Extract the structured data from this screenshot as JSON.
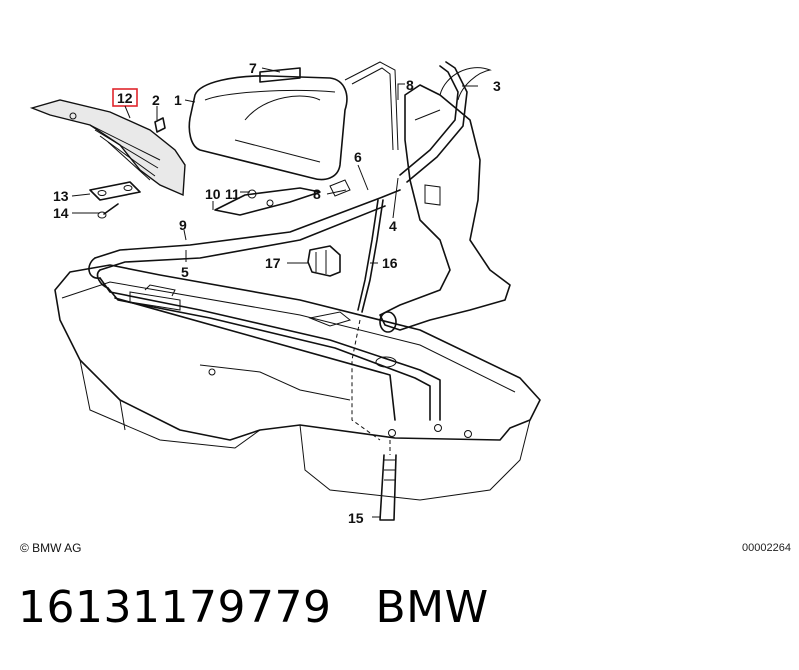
{
  "diagram": {
    "copyright": "© BMW AG",
    "document_number": "00002264",
    "highlighted_callout": "12",
    "callouts": [
      "1",
      "2",
      "3",
      "4",
      "5",
      "6",
      "7",
      "8",
      "8",
      "9",
      "10",
      "11",
      "12",
      "13",
      "14",
      "15",
      "16",
      "17"
    ]
  },
  "footer": {
    "part_number": "16131179779",
    "brand": "BMW"
  },
  "colors": {
    "highlight": "#e0262c",
    "line": "#111111"
  }
}
